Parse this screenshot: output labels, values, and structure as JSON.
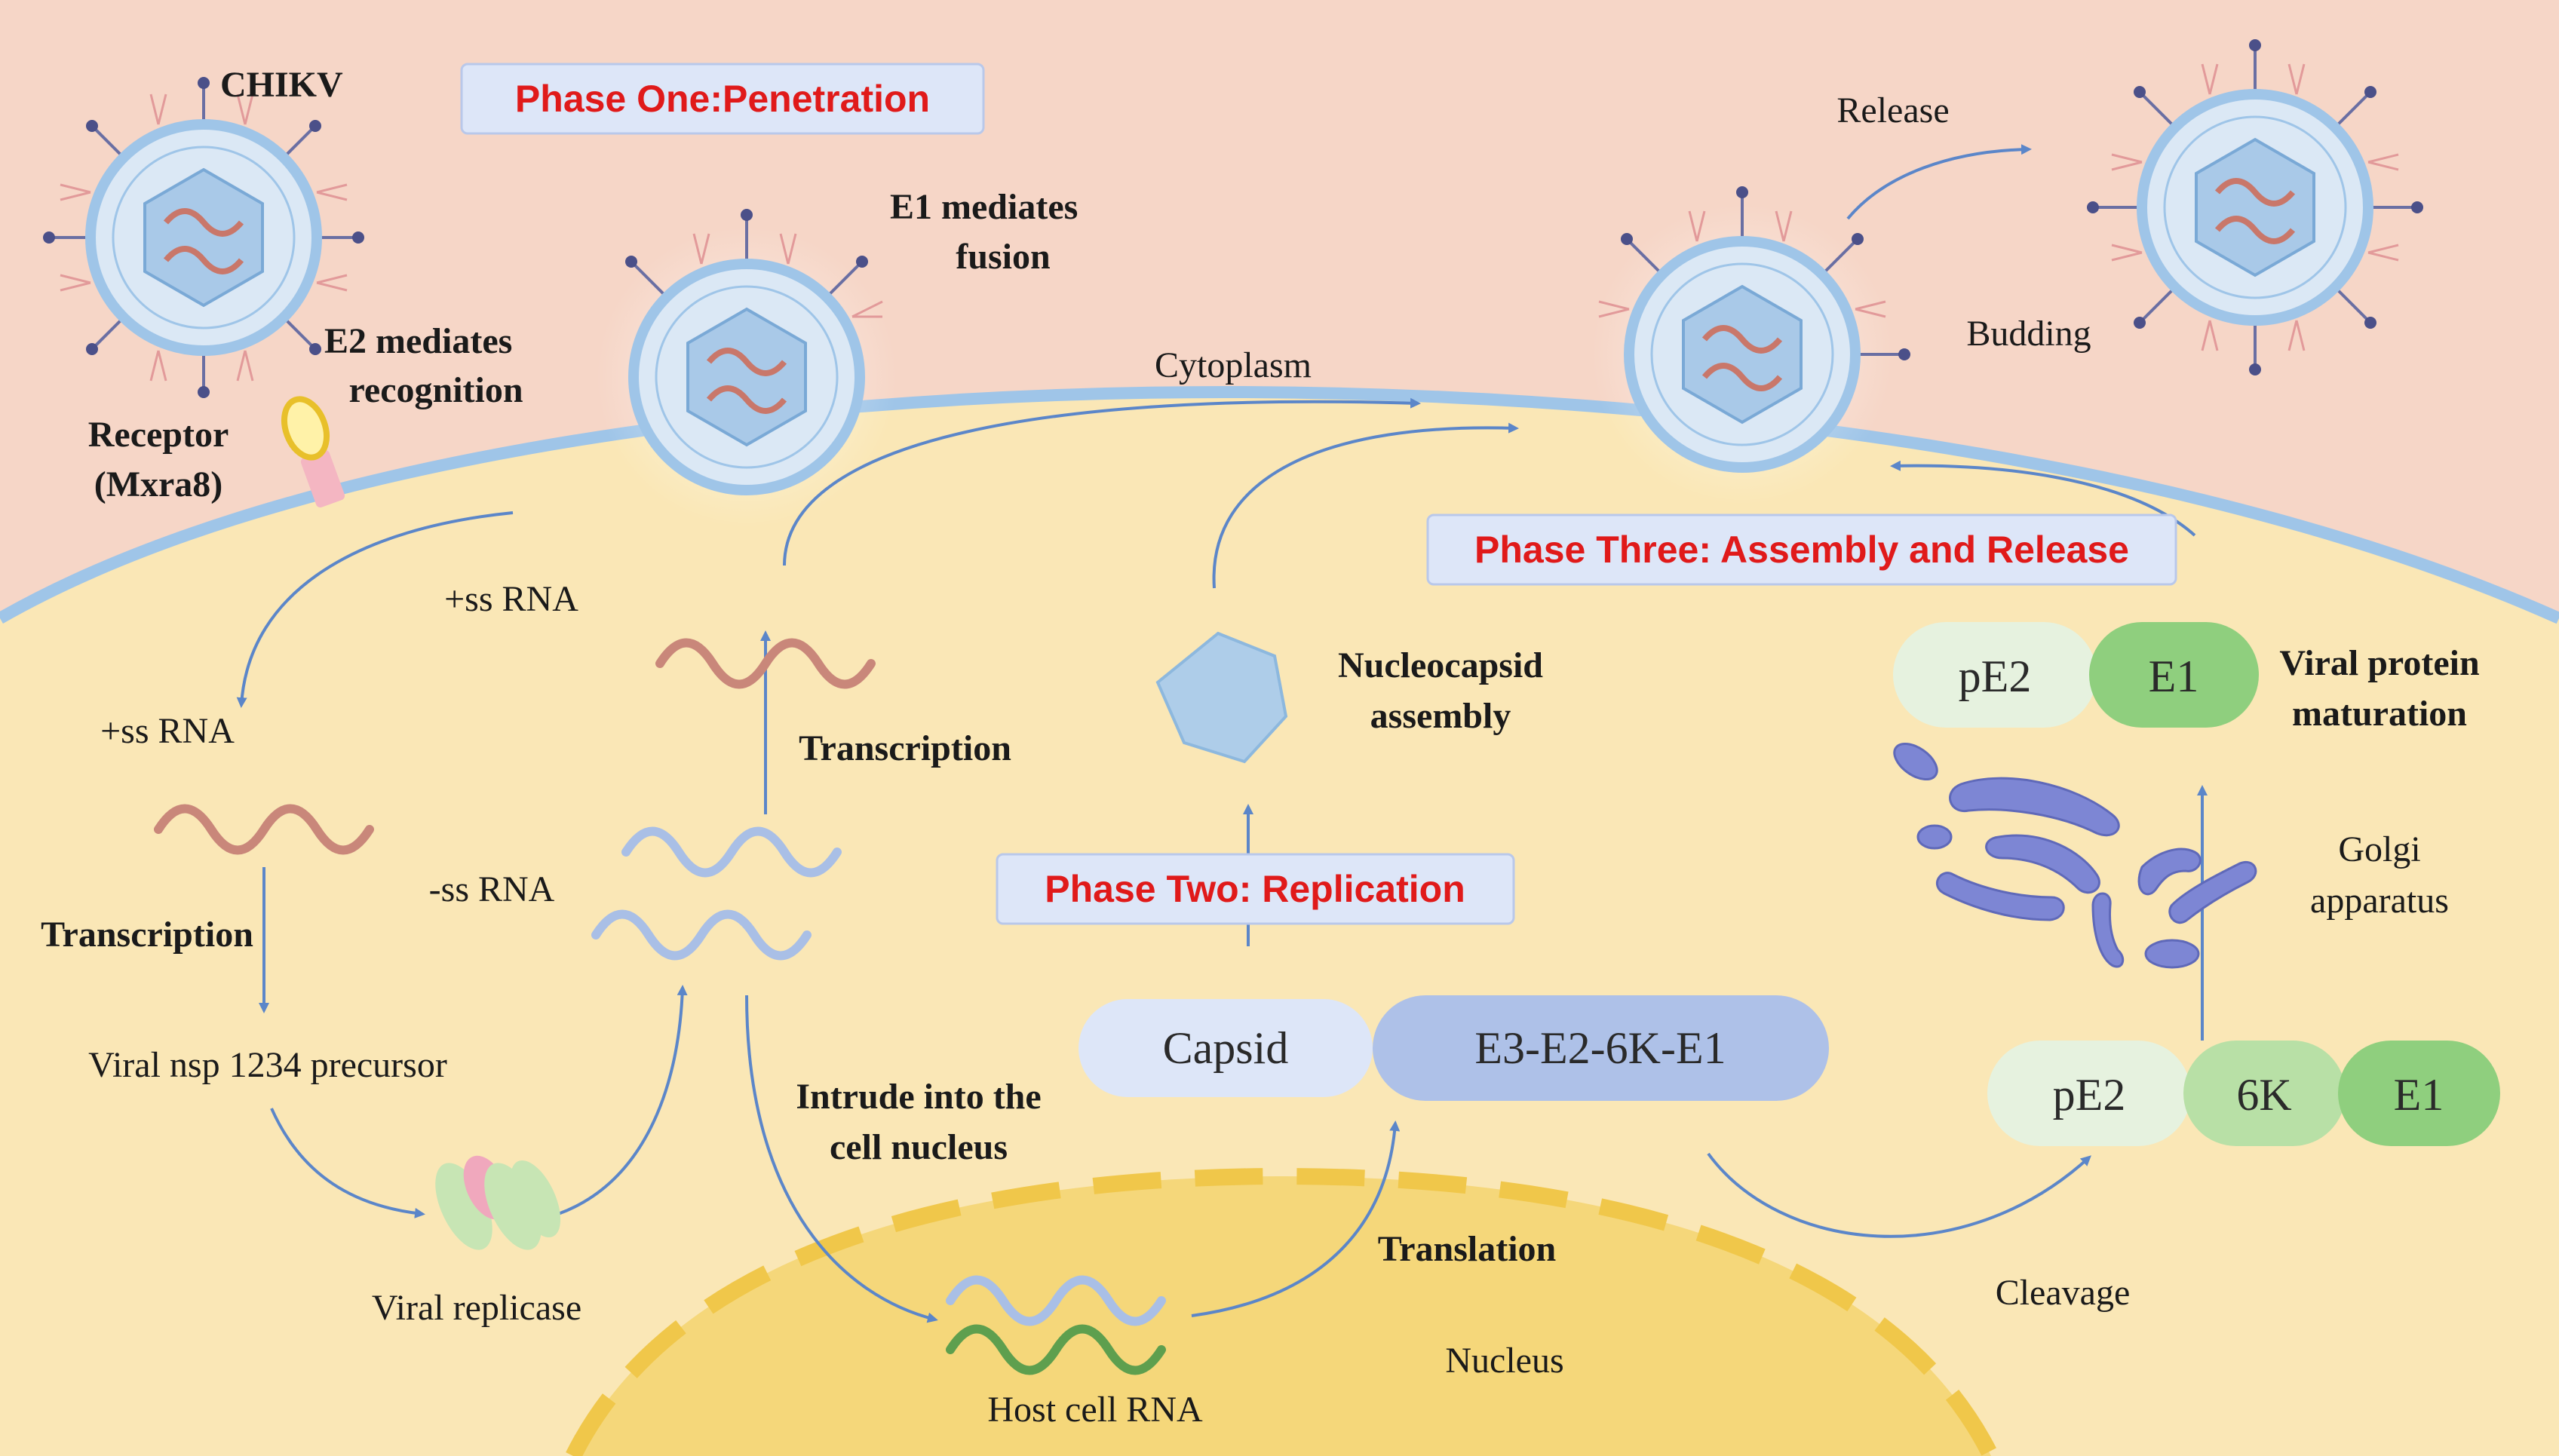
{
  "phases": {
    "one": "Phase One:Penetration",
    "two": "Phase Two: Replication",
    "three": "Phase Three: Assembly and Release"
  },
  "labels": {
    "chikv": "CHIKV",
    "e1_fusion_1": "E1  mediates",
    "e1_fusion_2": "fusion",
    "e2_recog_1": "E2  mediates",
    "e2_recog_2": "recognition",
    "receptor_1": "Receptor",
    "receptor_2": "(Mxra8)",
    "cytoplasm": "Cytoplasm",
    "release": "Release",
    "budding": "Budding",
    "ssrna_plus_top": "+ss RNA",
    "ssrna_plus_left": "+ss RNA",
    "ssrna_minus": "-ss RNA",
    "transcription_left": "Transcription",
    "transcription_mid": "Transcription",
    "nsp_precursor": "Viral nsp 1234 precursor",
    "viral_replicase": "Viral replicase",
    "intrude_1": "Intrude into the",
    "intrude_2": "cell nucleus",
    "host_rna": "Host cell RNA",
    "nucleus": "Nucleus",
    "translation": "Translation",
    "nucleocapsid_1": "Nucleocapsid",
    "nucleocapsid_2": "assembly",
    "viral_protein_1": "Viral protein",
    "viral_protein_2": "maturation",
    "golgi_1": "Golgi",
    "golgi_2": "apparatus",
    "cleavage": "Cleavage"
  },
  "pills": {
    "capsid": "Capsid",
    "polyprotein": "E3-E2-6K-E1",
    "pe2_top": "pE2",
    "e1_top": "E1",
    "pe2_bottom": "pE2",
    "k6_bottom": "6K",
    "e1_bottom": "E1"
  },
  "colors": {
    "outside": "#f6d6c7",
    "cytoplasm": "#fae7b6",
    "membrane": "#9fc5e8",
    "nucleus": "#f5d77a",
    "phase_red": "#e01a1a",
    "phase_box": "#dde6f8",
    "rna_plus": "#c9877a",
    "rna_minus": "#a9bfe6",
    "rna_host": "#5e9f4e",
    "arrow": "#5b86c9",
    "capsid_hex": "#aecde9",
    "golgi": "#7d86d4"
  }
}
